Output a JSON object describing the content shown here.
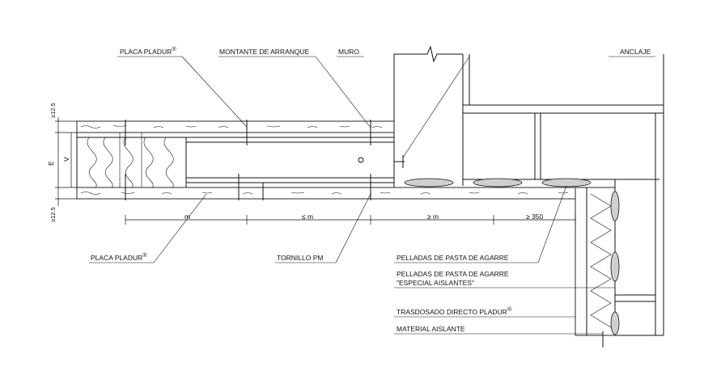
{
  "labels": {
    "placa_pladur_top": "PLACA PLADUR",
    "montante": "MONTANTE DE ARRANQUE",
    "muro": "MURO",
    "anclaje": "ANCLAJE",
    "placa_pladur_bottom": "PLACA PLADUR",
    "tornillo": "TORNILLO PM",
    "pelladas_1": "PELLADAS DE PASTA DE AGARRE",
    "pelladas_2a": "PELLADAS DE PASTA DE AGARRE",
    "pelladas_2b": "\"ESPECIAL AISLANTES\"",
    "trasdosado": "TRASDOSADO DIRECTO PLADUR",
    "material": "MATERIAL AISLANTE",
    "registered": "®"
  },
  "dimensions": {
    "top_thickness": "≥12.5",
    "bottom_thickness": "≥12.5",
    "total": "E",
    "cavity": "V",
    "m1": "m",
    "m2": "≤ m",
    "m3": "≥ m",
    "d350": "≥ 350"
  }
}
